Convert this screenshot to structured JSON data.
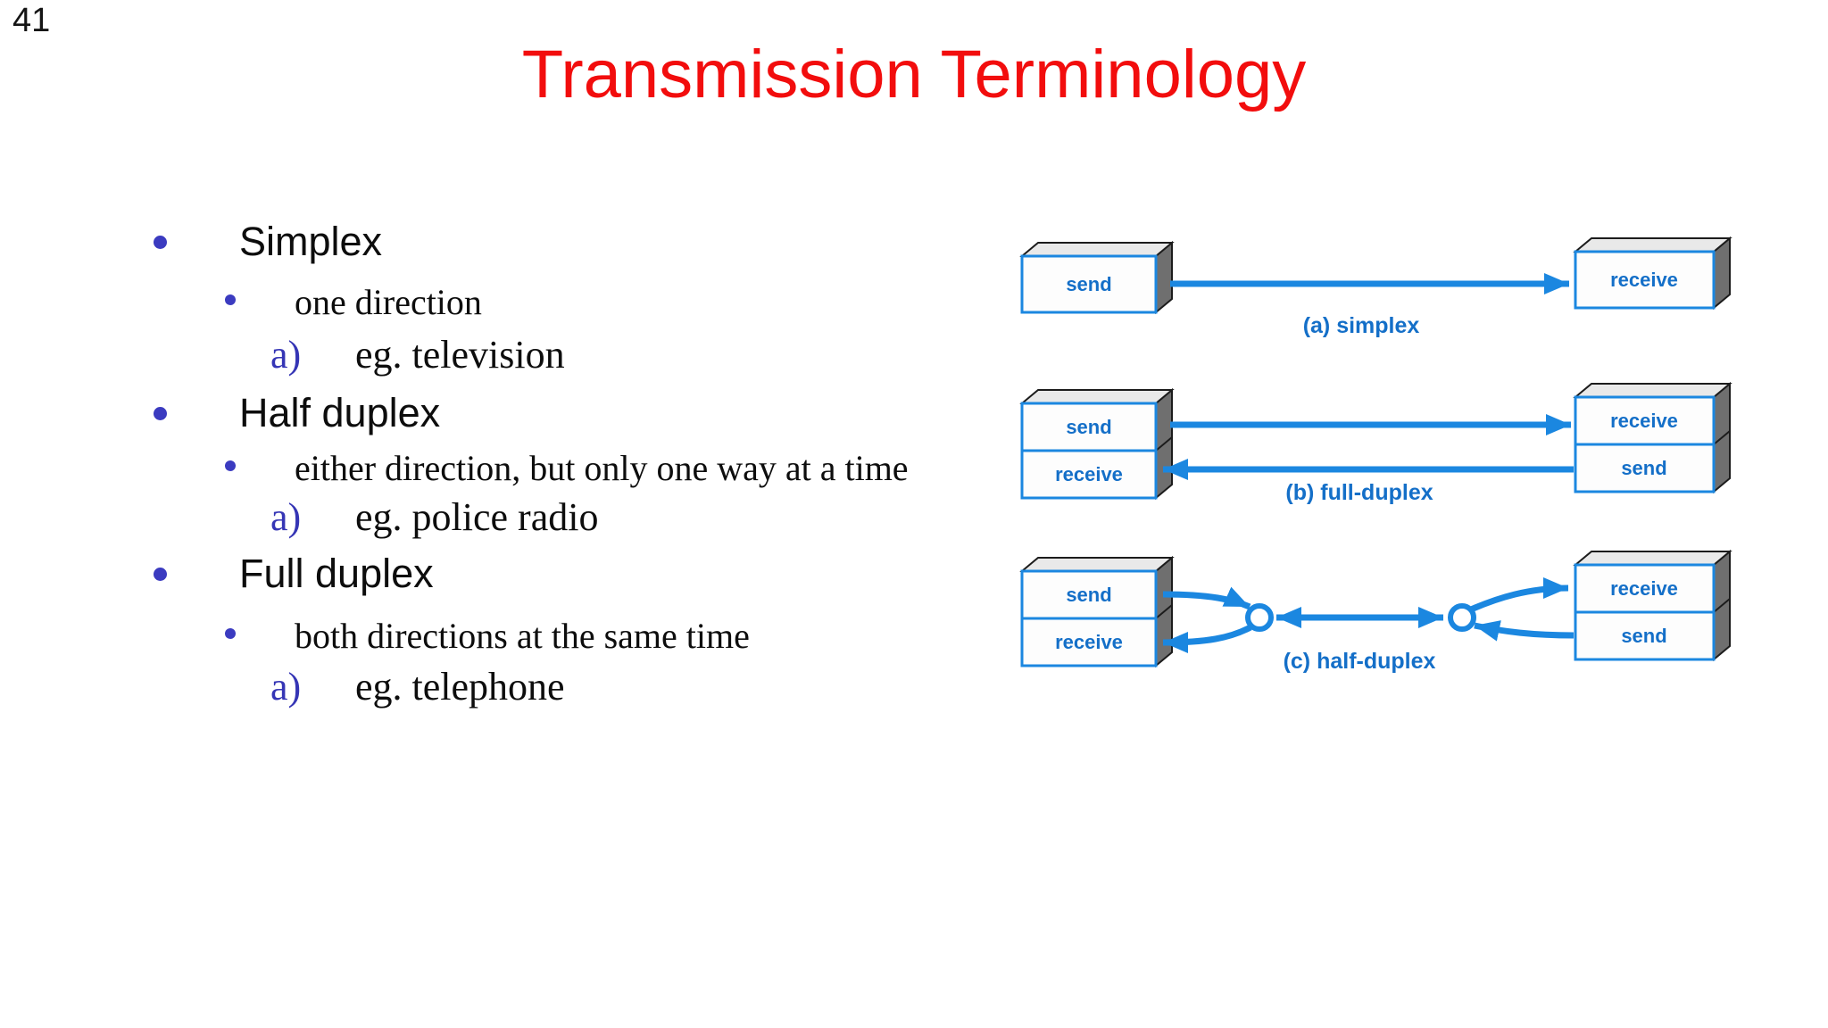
{
  "page": {
    "number": "41",
    "title": "Transmission Terminology"
  },
  "colors": {
    "title_red": "#f20d0d",
    "bullet_blue": "#3b3bc0",
    "list_marker_blue": "#3535b5",
    "diagram_line_blue": "#1b87e0",
    "diagram_text_blue": "#146fc8",
    "box_side_grey": "#6f6f6f",
    "box_top_grey": "#e9e9e9"
  },
  "list": {
    "items": [
      {
        "level": 1,
        "text": "Simplex"
      },
      {
        "level": 2,
        "text": "one direction"
      },
      {
        "level": 3,
        "marker": "a)",
        "text": "eg. television"
      },
      {
        "level": 1,
        "text": "Half duplex"
      },
      {
        "level": 2,
        "text": "either direction, but only one way at a time"
      },
      {
        "level": 3,
        "marker": "a)",
        "text": "eg. police radio"
      },
      {
        "level": 1,
        "text": "Full duplex"
      },
      {
        "level": 2,
        "text": "both directions at the same time"
      },
      {
        "level": 3,
        "marker": "a)",
        "text": "eg. telephone"
      }
    ]
  },
  "diagram": {
    "captions": [
      "(a) simplex",
      "(b) full-duplex",
      "(c) half-duplex"
    ],
    "boxes": {
      "a_left": "send",
      "a_right": "receive",
      "b_left_top": "send",
      "b_left_bottom": "receive",
      "b_right_top": "receive",
      "b_right_bottom": "send",
      "c_left_top": "send",
      "c_left_bottom": "receive",
      "c_right_top": "receive",
      "c_right_bottom": "send"
    }
  }
}
